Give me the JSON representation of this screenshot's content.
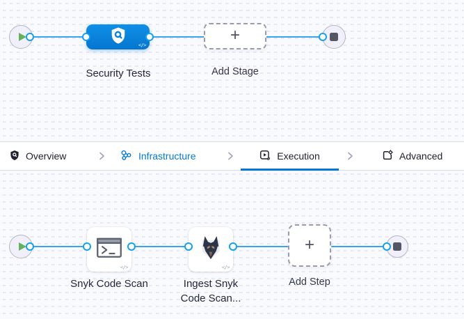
{
  "stage_canvas": {
    "stage": {
      "label": "Security Tests",
      "code_badge": "</>",
      "icon": "security-shield-scan-icon"
    },
    "add_stage": {
      "label": "Add Stage",
      "plus": "+"
    }
  },
  "tab_bar": {
    "tabs": [
      {
        "label": "Overview",
        "icon": "shield-icon",
        "state": "default"
      },
      {
        "label": "Infrastructure",
        "icon": "infrastructure-icon",
        "state": "highlighted-blue"
      },
      {
        "label": "Execution",
        "icon": "execution-play-icon",
        "state": "active-underlined"
      },
      {
        "label": "Advanced",
        "icon": "advanced-settings-icon",
        "state": "default"
      }
    ]
  },
  "step_canvas": {
    "steps": [
      {
        "label": "Snyk Code Scan",
        "icon": "terminal-icon",
        "code_badge": "</>"
      },
      {
        "label": "Ingest Snyk Code Scan...",
        "icon": "snyk-dog-icon",
        "code_badge": "</>"
      }
    ],
    "add_step": {
      "label": "Add Step",
      "plus": "+"
    }
  },
  "colors": {
    "canvas_bg": "#f9fafd",
    "connector_blue": "#39a3f2",
    "port_ring_blue": "#149ff2",
    "stage_node_blue": "#0b82dd",
    "active_tab_blue": "#0277d4",
    "infrastructure_text_blue": "#0278d5",
    "play_green": "#63b15c",
    "stop_gray": "#545666"
  }
}
